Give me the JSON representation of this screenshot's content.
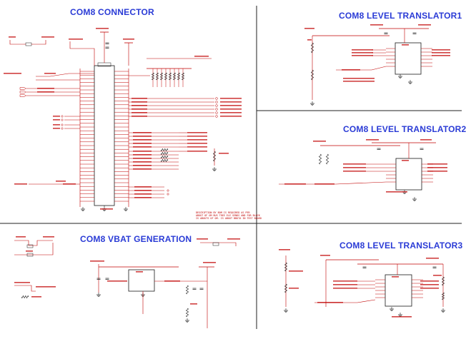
{
  "sheet": {
    "sections": [
      {
        "id": "connector",
        "title": "COM8  CONNECTOR"
      },
      {
        "id": "lt1",
        "title": "COM8  LEVEL TRANSLATOR1"
      },
      {
        "id": "lt2",
        "title": "COM8  LEVEL TRANSLATOR2"
      },
      {
        "id": "vbat",
        "title": "COM8 VBAT GENERATION"
      },
      {
        "id": "lt3",
        "title": "COM8  LEVEL TRANSLATOR3"
      }
    ],
    "connector_note": [
      "DESCRIPTION BY BOM IS REQUIRED AS PER",
      "ABOUT OF OM BUS TREE ELE SENDS AND FOR BLOCK",
      "IS ABOUTS OF OM. IS ABOUT BBOTA IN TEST BOARD"
    ]
  },
  "colors": {
    "wire": "#c00000",
    "component": "#1a1a1a",
    "title": "#2a3bd6",
    "divider": "#222222"
  }
}
